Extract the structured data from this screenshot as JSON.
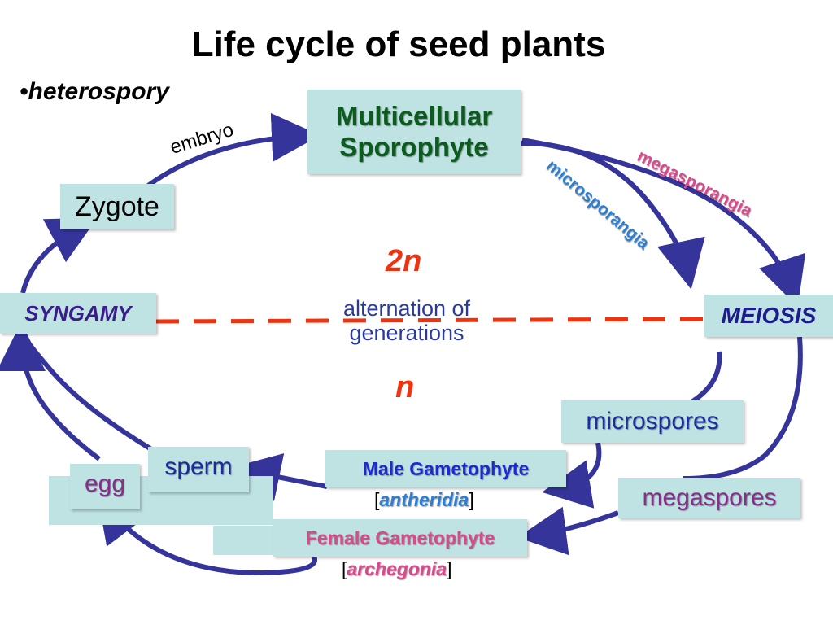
{
  "title": "Life cycle of seed plants",
  "bullet": "•heterospory",
  "nodes": {
    "sporophyte_line1": "Multicellular",
    "sporophyte_line2": "Sporophyte",
    "zygote": "Zygote",
    "syngamy": "SYNGAMY",
    "meiosis": "MEIOSIS",
    "microspores": "microspores",
    "megaspores": "megaspores",
    "male_gametophyte": "Male Gametophyte",
    "female_gametophyte": "Female Gametophyte",
    "sperm": "sperm",
    "egg": "egg"
  },
  "center": {
    "diploid": "2n",
    "haploid": "n",
    "alternation_line1": "alternation of",
    "alternation_line2": "generations"
  },
  "arrow_labels": {
    "embryo": "embryo",
    "microsporangia": "microsporangia",
    "megasporangia": "megasporangia"
  },
  "structures": {
    "bracket_open": "[",
    "bracket_close": "]",
    "antheridia": "antheridia",
    "archegonia": "archegonia"
  },
  "colors": {
    "arrow": "#34349a",
    "dashed_line": "#ee3311",
    "box_fill": "#bfe3e3"
  }
}
